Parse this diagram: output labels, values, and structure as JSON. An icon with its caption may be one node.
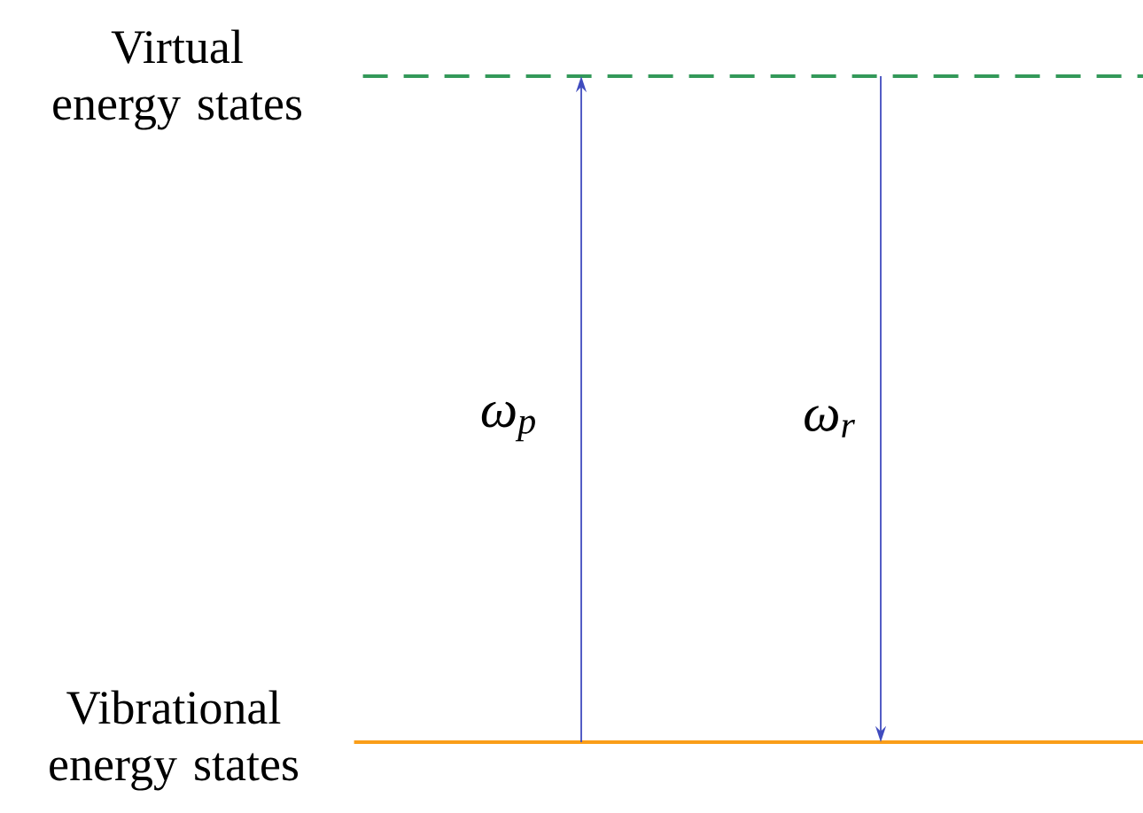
{
  "diagram": {
    "nodes": [
      {
        "text": [
          "Virtual energy states"
        ]
      },
      {
        "text": [
          "Vibrational energy states"
        ]
      }
    ],
    "edges": [
      {
        "from": 1,
        "to": 0,
        "arrow": "to",
        "label": "ω$_{p}$"
      },
      {
        "from": 0,
        "to": 1,
        "arrow": "to",
        "label": "ω$_{r}$"
      }
    ]
  }
}
